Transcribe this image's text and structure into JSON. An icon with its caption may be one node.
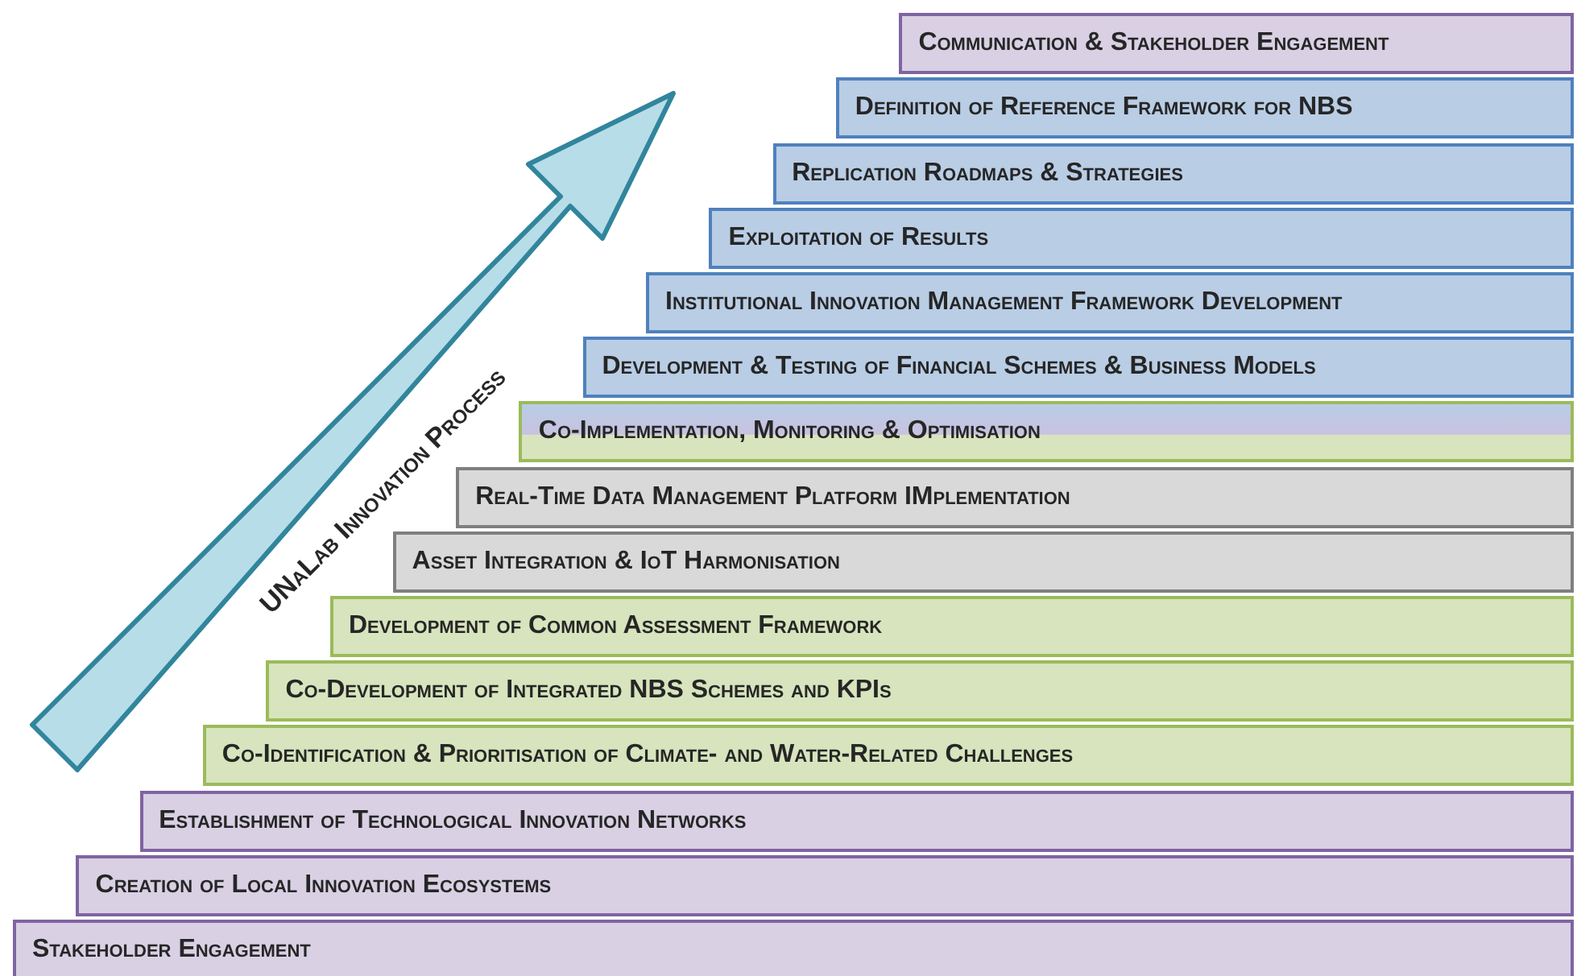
{
  "diagram": {
    "nodes": [
      {
        "text": [
          "UNaLab Innovation Process"
        ]
      },
      {
        "text": [
          "Communication & Stakeholder Engagement"
        ]
      },
      {
        "text": [
          "Definition of Reference Framework for NBS"
        ]
      },
      {
        "text": [
          "Replication Roadmaps & Strategies"
        ]
      },
      {
        "text": [
          "Exploitation of Results"
        ]
      },
      {
        "text": [
          "Institutional Innovation Management Framework Development"
        ]
      },
      {
        "text": [
          "Development & Testing of Financial Schemes & Business Models"
        ]
      },
      {
        "text": [
          "Co-Implementation, Monitoring & Optimisation"
        ]
      },
      {
        "text": [
          "Real-Time Data Management Platform IMplementation"
        ]
      },
      {
        "text": [
          "Asset Integration & IoT Harmonisation"
        ]
      },
      {
        "text": [
          "Development of Common Assessment Framework"
        ]
      },
      {
        "text": [
          "Co-Development of Integrated NBS Schemes and KPIs"
        ]
      },
      {
        "text": [
          "Co-Identification & Prioritisation of Climate- and Water-Related Challenges"
        ]
      },
      {
        "text": [
          "Establishment of Technological Innovation Networks"
        ]
      },
      {
        "text": [
          "Creation of Local Innovation Ecosystems"
        ]
      },
      {
        "text": [
          "Stakeholder Engagement"
        ]
      }
    ]
  }
}
